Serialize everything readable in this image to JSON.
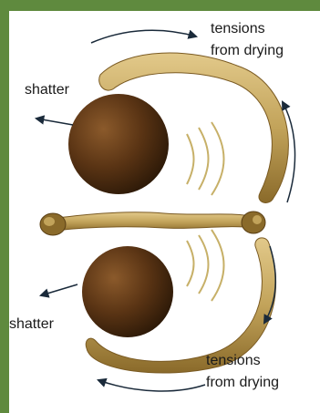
{
  "labels": {
    "top_right": [
      "tensions",
      "from drying"
    ],
    "left_top": "shatter",
    "left_bottom": "shatter",
    "bottom_right": [
      "tensions",
      "from drying"
    ]
  },
  "colors": {
    "frame": "#5f8a3e",
    "bone": "#c2a35a",
    "bone_dark": "#8a6a2a",
    "ball": "#4a2c10",
    "ball_highlight": "#7a4a1e",
    "arrow": "#1a2a3a",
    "wave": "#c7b068"
  }
}
